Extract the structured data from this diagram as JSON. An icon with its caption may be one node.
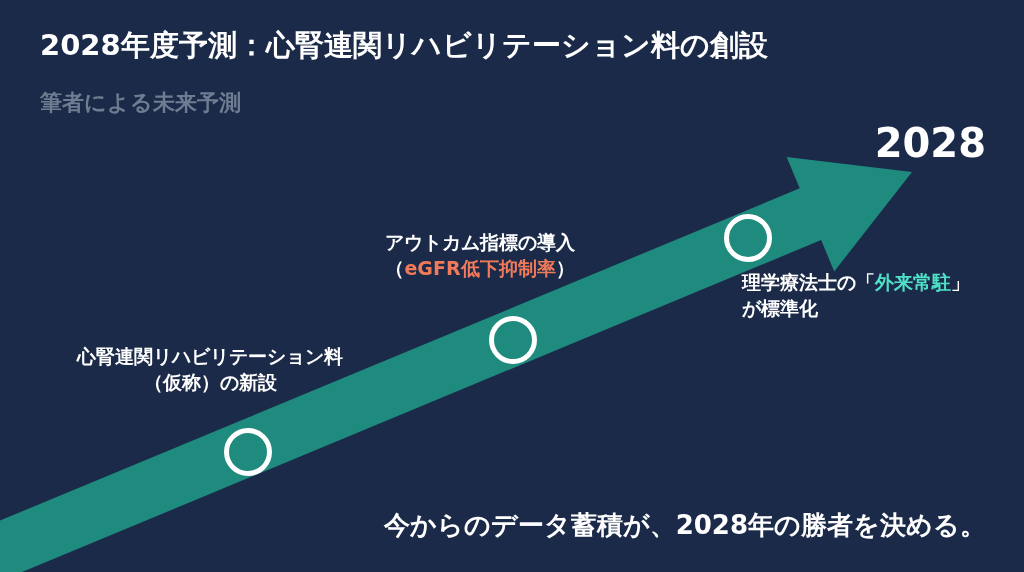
{
  "diagram": {
    "title": "2028年度予測：心腎連関リハビリテーション料の創設",
    "nodes": [
      {
        "text": [],
        "shape": "circle",
        "beside": [
          "心腎連関リハビリテーション料（仮称）の新設"
        ]
      },
      {
        "text": [],
        "shape": "circle",
        "beside": [
          "アウトカム指標の導入（**eGFR低下抑制率**）"
        ]
      },
      {
        "text": [],
        "shape": "circle",
        "beside": [
          "理学療法士の「**外来常駐**」が標準化"
        ]
      }
    ],
    "edges": [],
    "labels": [
      "筆者による未来予測",
      "2028",
      "今からのデータ蓄積が、2028年の勝者を決める。"
    ]
  }
}
